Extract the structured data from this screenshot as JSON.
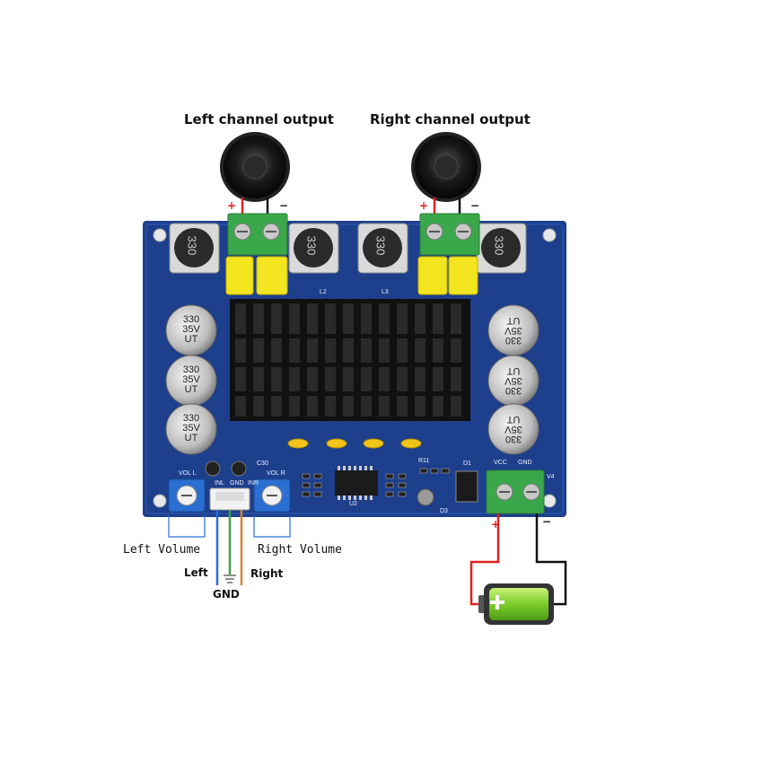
{
  "labels": {
    "left_output": "Left channel output",
    "right_output": "Right channel output",
    "left_volume": "Left Volume",
    "right_volume": "Right Volume",
    "left": "Left",
    "right": "Right",
    "gnd": "GND"
  },
  "polarity": {
    "plus": "+",
    "minus": "−"
  },
  "board": {
    "inductor_marking": "330",
    "capacitor_lines": [
      "330",
      "35V",
      "UT"
    ],
    "silkscreen": {
      "vcc": "VCC",
      "gnd": "GND",
      "vol_l": "VOL L",
      "vol_r": "VOL R",
      "inl": "INL",
      "inr": "INR",
      "u2": "U2",
      "d1": "D1",
      "v4": "V4",
      "l2": "L2",
      "l3": "L3",
      "c30": "C30",
      "r11": "R11",
      "d3": "D3"
    }
  },
  "colors": {
    "pcb": "#1d3f8c",
    "terminal": "#3aa84a",
    "film_cap": "#f2e41e",
    "wire_red": "#e02020",
    "wire_black": "#111111",
    "wire_blue": "#2a6fd1",
    "wire_green": "#3fa34a",
    "wire_orange": "#d9822b",
    "battery": "#86d43a"
  }
}
